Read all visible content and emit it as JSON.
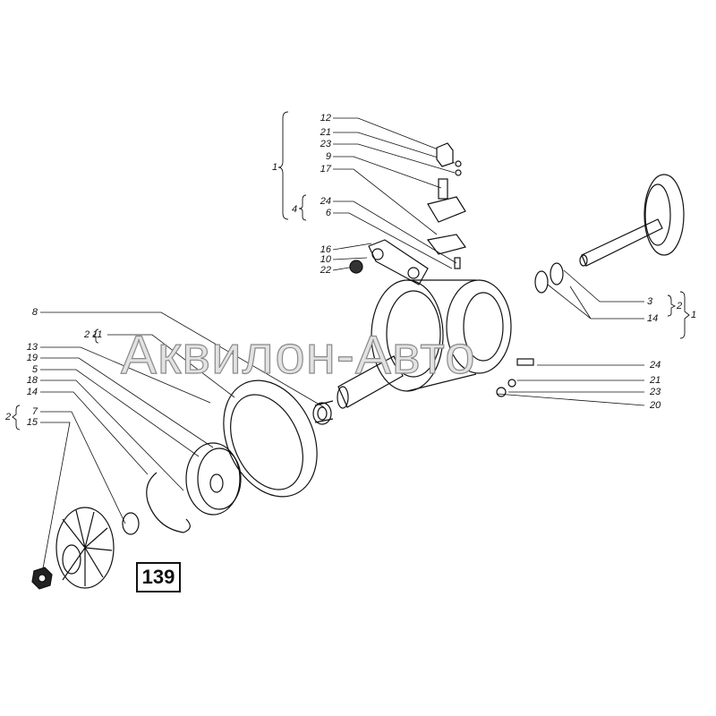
{
  "watermark": "Аквилон-Авто",
  "page_number": "139",
  "labels": {
    "top_12": "12",
    "top_21": "21",
    "top_23": "23",
    "top_9": "9",
    "top_17": "17",
    "top_24": "24",
    "top_6": "6",
    "mid_16": "16",
    "mid_10": "10",
    "mid_22": "22",
    "group_1": "1",
    "group_4": "4",
    "left_8": "8",
    "group_2a": "2",
    "left_11": "11",
    "left_13": "13",
    "left_19": "19",
    "left_5": "5",
    "left_18": "18",
    "left_14": "14",
    "group_2b": "2",
    "left_7": "7",
    "left_15": "15",
    "right_3": "3",
    "right_14": "14",
    "group_2c": "2",
    "group_1b": "1",
    "right_24": "24",
    "right_21": "21",
    "right_23": "23",
    "right_20": "20"
  }
}
